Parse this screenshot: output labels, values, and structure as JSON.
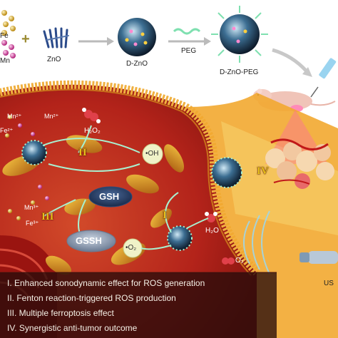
{
  "top_row": {
    "fe_label": "Fe",
    "mn_label": "Mn",
    "plus_sign": "+",
    "zno_label": "ZnO",
    "dzno_label": "D-ZnO",
    "peg_label": "PEG",
    "dznopeg_label": "D-ZnO-PEG"
  },
  "cell": {
    "mn_ion": "Mn²⁺",
    "mn_ion_2": "Mn²⁺",
    "mn_ion_3": "Mn³⁺",
    "fe_ion": "Fe²⁺",
    "fe_ion_2": "Fe³⁺",
    "h2o2": "H₂O₂",
    "oh_radical": "•OH",
    "gsh": "GSH",
    "gssh": "GSSH",
    "h2o": "H₂O",
    "o2_radical": "•O₂",
    "o2": "O₂",
    "roman_1": "I",
    "roman_2": "II",
    "roman_3": "III",
    "roman_4": "IV"
  },
  "us_label": "US",
  "legend": [
    "I. Enhanced sonodynamic effect for ROS generation",
    "II. Fenton reaction-triggered ROS production",
    "III. Multiple ferroptosis effect",
    "IV. Synergistic anti-tumor outcome"
  ],
  "colors": {
    "cytoplasm": "#b8261c",
    "membrane": "#e8a030",
    "tumor": "#e8c090",
    "legend_bg": "#2c0c0a",
    "roman": "#e8c01a"
  }
}
